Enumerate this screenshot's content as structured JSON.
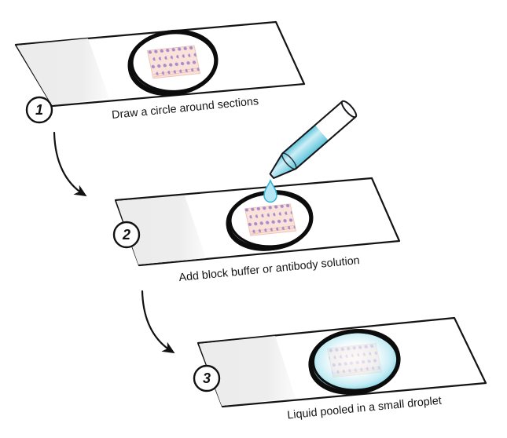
{
  "steps": [
    {
      "number": "1",
      "caption": "Draw a circle around sections"
    },
    {
      "number": "2",
      "caption": "Add block buffer or antibody solution"
    },
    {
      "number": "3",
      "caption": "Liquid pooled in a small droplet"
    }
  ],
  "colors": {
    "ink": "#141414",
    "frosted_glass": "#ececec",
    "tissue_pink": "#f9e2da",
    "tissue_edge": "#eec6ba",
    "dot_purple": "#ab8cc9",
    "liquid_edge": "#5ac4da",
    "liquid_light": "#cdeef6",
    "droplet_fill": "#b5e6f3",
    "droplet_stroke": "#3db3d4",
    "pool_edge": "#3ab4d0",
    "pool_mid": "#b5e7f1"
  }
}
